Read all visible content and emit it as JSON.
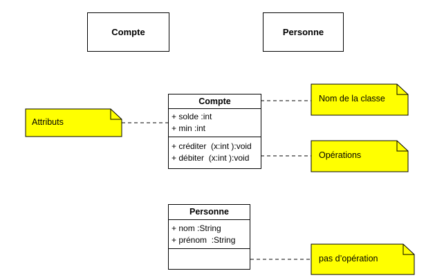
{
  "simple_boxes": {
    "compte": "Compte",
    "personne": "Personne"
  },
  "compte_class": {
    "name": "Compte",
    "attributes": [
      "+ solde :int",
      "+ min :int"
    ],
    "operations": [
      "+ créditer  (x:int ):void",
      "+ débiter  (x:int ):void"
    ]
  },
  "personne_class": {
    "name": "Personne",
    "attributes": [
      "+ nom :String",
      "+ prénom  :String"
    ],
    "operations": []
  },
  "notes": {
    "attributs": "Attributs",
    "nom_classe": "Nom de la classe",
    "operations": "Opérations",
    "pas_operation": "pas d’opération"
  },
  "colors": {
    "note_fill": "#ffff00",
    "stroke": "#000000"
  }
}
